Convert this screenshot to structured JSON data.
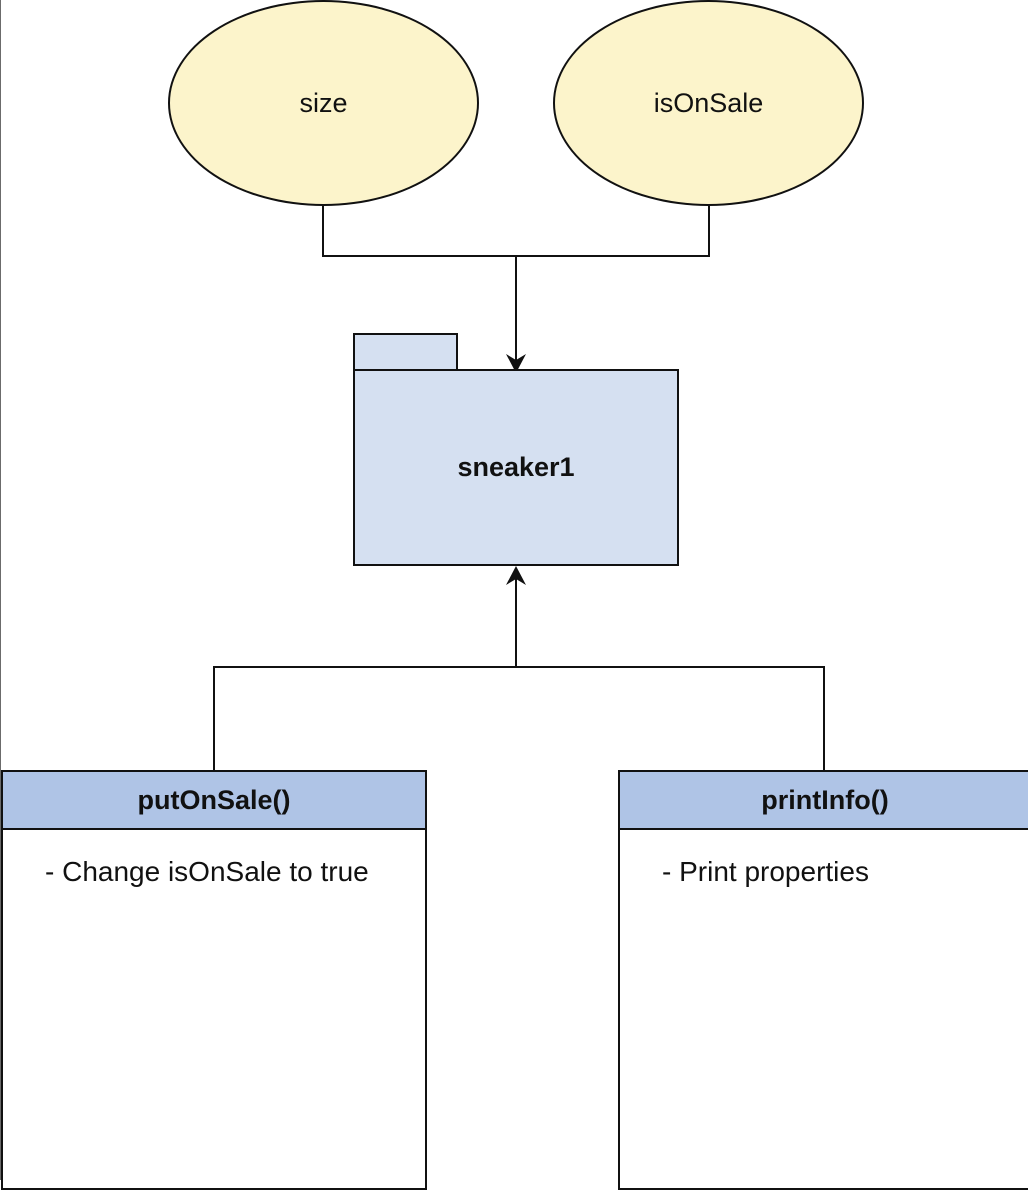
{
  "diagram": {
    "attributes": [
      {
        "label": "size"
      },
      {
        "label": "isOnSale"
      }
    ],
    "object": {
      "label": "sneaker1"
    },
    "methods": [
      {
        "name": "putOnSale()",
        "description": "- Change isOnSale to true"
      },
      {
        "name": "printInfo()",
        "description": "- Print properties"
      }
    ]
  },
  "colors": {
    "attribute_fill": "#fcf4cb",
    "object_fill": "#d5e0f1",
    "method_header_fill": "#afc4e6",
    "stroke": "#111111"
  }
}
